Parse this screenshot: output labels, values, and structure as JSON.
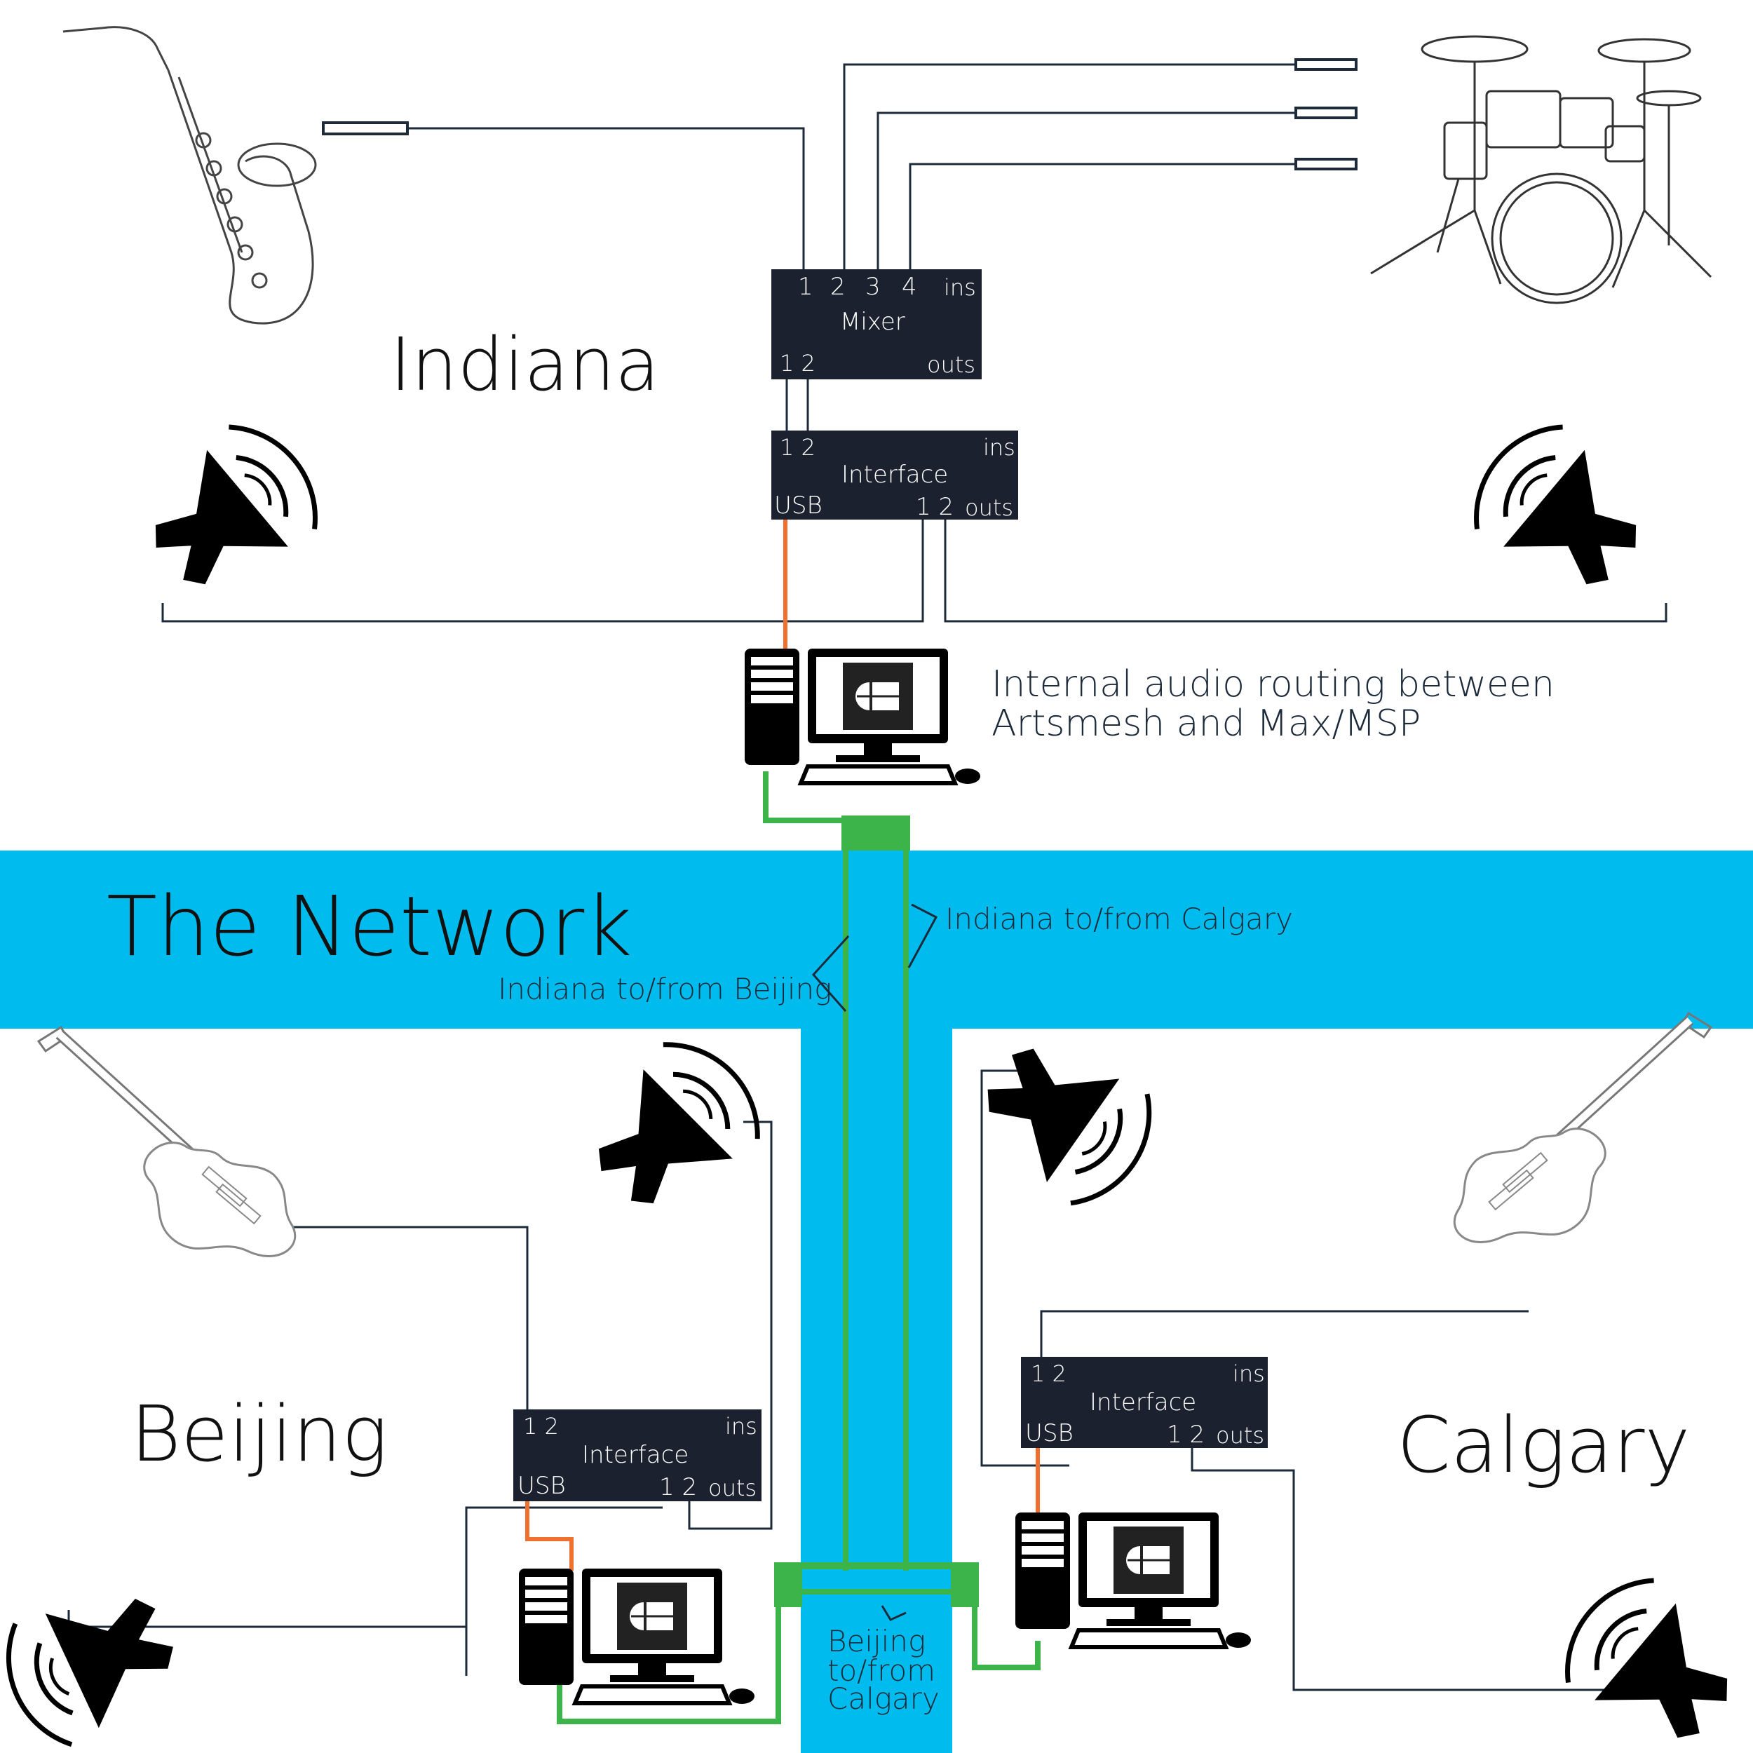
{
  "colors": {
    "network": "#00bcee",
    "usb": "#f07030",
    "ethernet": "#3cb44a",
    "device": "#1c2130",
    "wire": "#1c2a3a"
  },
  "regions": {
    "indiana": "Indiana",
    "network": "The Network",
    "beijing": "Beijing",
    "calgary": "Calgary"
  },
  "mixer": {
    "title": "Mixer",
    "in_1": "1",
    "in_2": "2",
    "in_3": "3",
    "in_4": "4",
    "ins": "ins",
    "outs_nums": "1 2",
    "outs": "outs"
  },
  "interface": {
    "title": "Interface",
    "ins_nums": "1 2",
    "ins": "ins",
    "usb": "USB",
    "outs_nums": "1 2",
    "outs": "outs"
  },
  "notes": {
    "routing_line1": "Internal audio routing between",
    "routing_line2": "Artsmesh and Max/MSP",
    "indiana_calgary": "Indiana to/from Calgary",
    "indiana_beijing": "Indiana to/from Beijing",
    "beijing_calgary_1": "Beijing",
    "beijing_calgary_2": "to/from",
    "beijing_calgary_3": "Calgary"
  },
  "icons": [
    "saxophone-icon",
    "drum-kit-icon",
    "electric-guitar-icon",
    "speaker-icon",
    "desktop-computer-icon",
    "microphone-icon"
  ]
}
